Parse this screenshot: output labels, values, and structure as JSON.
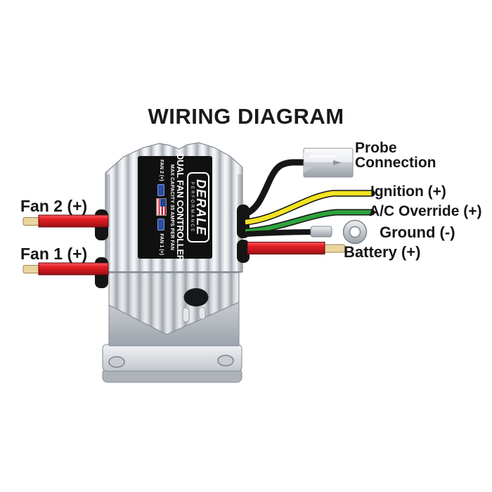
{
  "title": "WIRING DIAGRAM",
  "device": {
    "brand": "DERALE",
    "brand_sub": "PERFORMANCE",
    "product": "DUAL FAN CONTROLLER",
    "capacity": "MAX CAPACITY 35 AMPS PER FAN",
    "port_fan2": "FAN 2 (+)",
    "port_fan1": "FAN 1 (+)"
  },
  "connections": {
    "fan2": {
      "label": "Fan 2 (+)",
      "wire_color": "#e31e24"
    },
    "fan1": {
      "label": "Fan 1 (+)",
      "wire_color": "#e31e24"
    },
    "probe": {
      "label": "Probe Connection",
      "wire_color": "#161616"
    },
    "ignition": {
      "label": "Ignition (+)",
      "wire_color": "#f2e322"
    },
    "ac_override": {
      "label": "A/C Override (+)",
      "wire_color": "#2fa23c"
    },
    "ground": {
      "label": "Ground (-)",
      "wire_color": "#161616"
    },
    "battery": {
      "label": "Battery (+)",
      "wire_color": "#e31e24"
    }
  },
  "colors": {
    "background": "#ffffff",
    "text": "#161616",
    "device_body_light": "#f6f7f9",
    "device_body_dark": "#a6acb5",
    "label_bg": "#101010",
    "wire_tip_tan": "#e9d5a0",
    "terminal_silver": "#dfe2e6",
    "flag_blue": "#1e3a8c",
    "flag_red": "#c22028"
  }
}
